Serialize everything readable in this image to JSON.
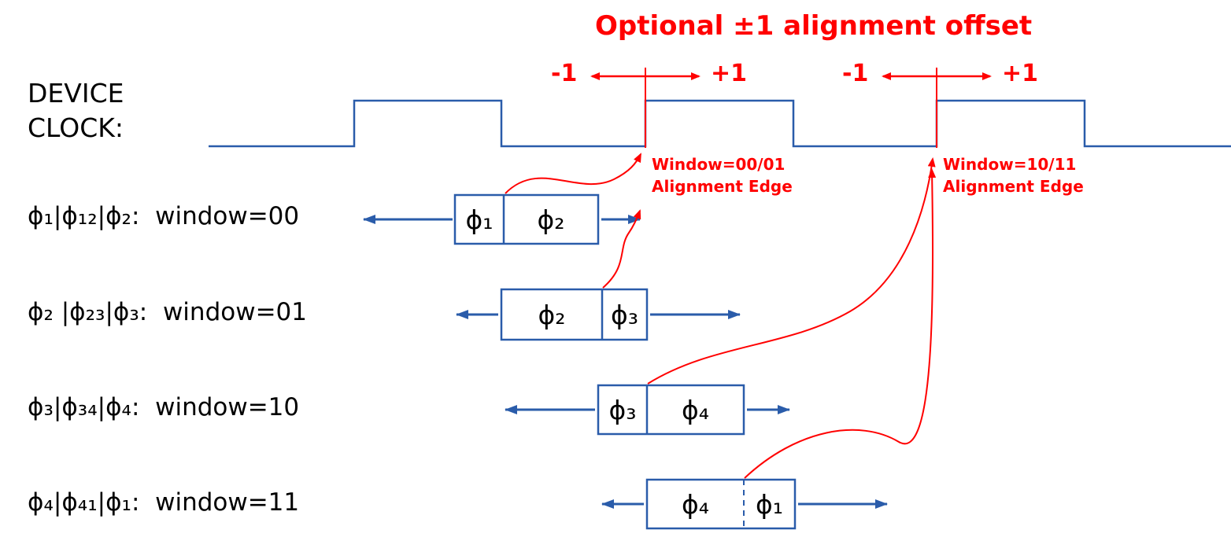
{
  "title": "Optional ±1 alignment offset",
  "device_clock_label": [
    "DEVICE",
    "CLOCK:"
  ],
  "offset_markers": [
    {
      "minus": "-1",
      "plus": "+1"
    },
    {
      "minus": "-1",
      "plus": "+1"
    }
  ],
  "alignment_edges": [
    {
      "window_label": "Window=00/01",
      "caption": "Alignment Edge"
    },
    {
      "window_label": "Window=10/11",
      "caption": "Alignment Edge"
    }
  ],
  "rows": [
    {
      "label": "ϕ₁|ϕ₁₂|ϕ₂:  window=00",
      "cell_left": "ϕ₁",
      "cell_right": "ϕ₂"
    },
    {
      "label": "ϕ₂ |ϕ₂₃|ϕ₃:  window=01",
      "cell_left": "ϕ₂",
      "cell_right": "ϕ₃"
    },
    {
      "label": "ϕ₃|ϕ₃₄|ϕ₄:  window=10",
      "cell_left": "ϕ₃",
      "cell_right": "ϕ₄"
    },
    {
      "label": "ϕ₄|ϕ₄₁|ϕ₁:  window=11",
      "cell_left": "ϕ₄",
      "cell_right": "ϕ₁"
    }
  ],
  "colors": {
    "red": "#ff0000",
    "blue": "#2a5caa",
    "text": "#000000"
  }
}
